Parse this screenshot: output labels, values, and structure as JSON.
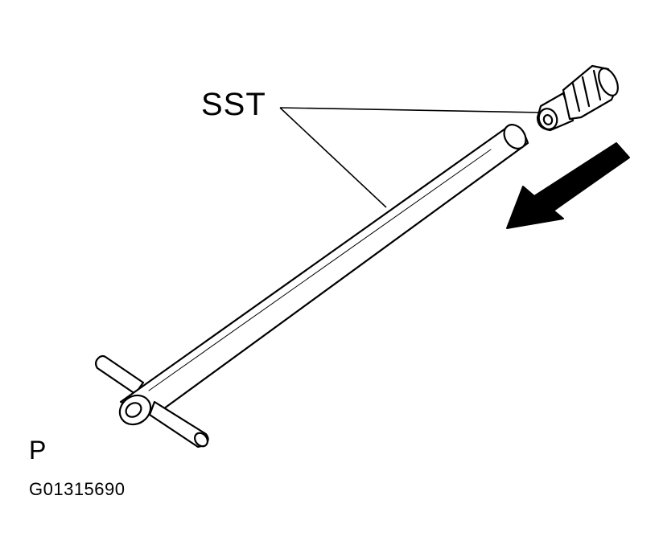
{
  "diagram": {
    "callout_label": "SST",
    "view_letter": "P",
    "figure_code": "G01315690",
    "icons": {
      "tool": "t-handle-wrench-icon",
      "adapter": "socket-adapter-icon",
      "direction": "arrow-down-left-icon"
    },
    "colors": {
      "ink": "#000000",
      "paper": "#ffffff"
    }
  }
}
